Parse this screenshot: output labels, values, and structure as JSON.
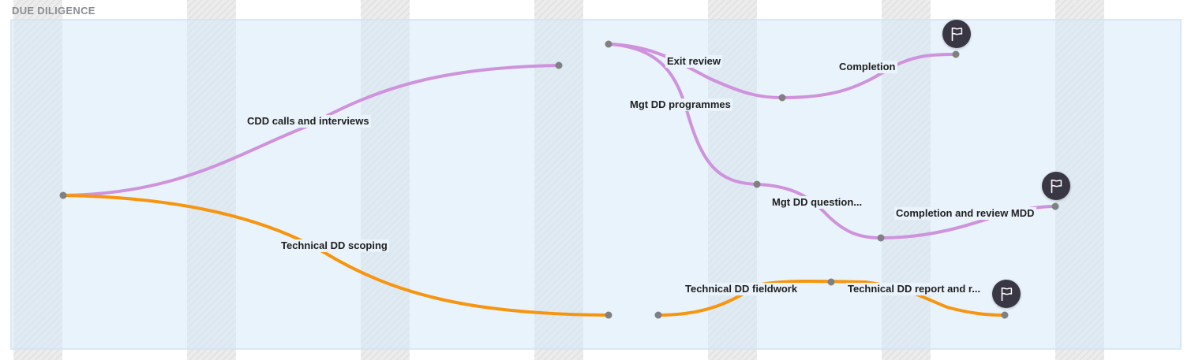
{
  "swimlane": {
    "title": "DUE DILIGENCE"
  },
  "colors": {
    "lane_fill": "#eaf3fb",
    "lane_border": "#d6e8f7",
    "column_stripe": "#e6e6e6",
    "purple_track": "#cf92dc",
    "orange_track": "#f7950e",
    "node": "#808080",
    "flag_bg": "#3a3744"
  },
  "tasks": [
    {
      "id": "cdd",
      "label": "CDD calls and interviews",
      "track": "purple"
    },
    {
      "id": "tech-scope",
      "label": "Technical DD scoping",
      "track": "orange"
    },
    {
      "id": "exit",
      "label": "Exit review",
      "track": "purple"
    },
    {
      "id": "completion",
      "label": "Completion",
      "track": "purple",
      "milestone_icon": "flag-icon"
    },
    {
      "id": "mgt-prog",
      "label": "Mgt DD programmes",
      "track": "purple"
    },
    {
      "id": "mgt-q",
      "label": "Mgt DD question...",
      "track": "purple"
    },
    {
      "id": "comp-review",
      "label": "Completion and review MDD",
      "track": "purple",
      "milestone_icon": "flag-icon"
    },
    {
      "id": "tech-field",
      "label": "Technical DD fieldwork",
      "track": "orange"
    },
    {
      "id": "tech-report",
      "label": "Technical DD report and r...",
      "track": "orange",
      "milestone_icon": "flag-icon"
    }
  ]
}
